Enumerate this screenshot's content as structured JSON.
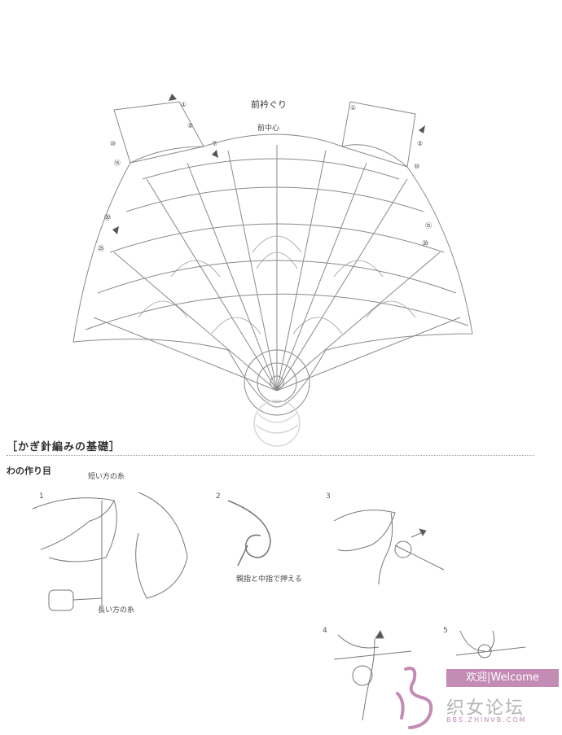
{
  "diagram": {
    "neckline_label": "前衿ぐり",
    "center_front_label": "前中心",
    "row_markers": [
      "①",
      "⑤",
      "⑩",
      "⑮",
      "⑳",
      "㉕",
      "⑦"
    ]
  },
  "basics": {
    "section_title": "［かぎ針編みの基礎］",
    "subsection_title": "わの作り目",
    "steps": [
      {
        "number": "1",
        "note_top": "短い方の糸",
        "note_bottom": "長い方の糸"
      },
      {
        "number": "2",
        "note": "親指と中指で押える"
      },
      {
        "number": "3"
      },
      {
        "number": "4"
      },
      {
        "number": "5"
      }
    ]
  },
  "watermark": {
    "banner": "欢迎|Welcome",
    "name": "织女论坛",
    "url": "BBS.ZHINVB.COM"
  },
  "colors": {
    "line": "#8a8a8a",
    "watermark_pink": "#c48bb5"
  }
}
